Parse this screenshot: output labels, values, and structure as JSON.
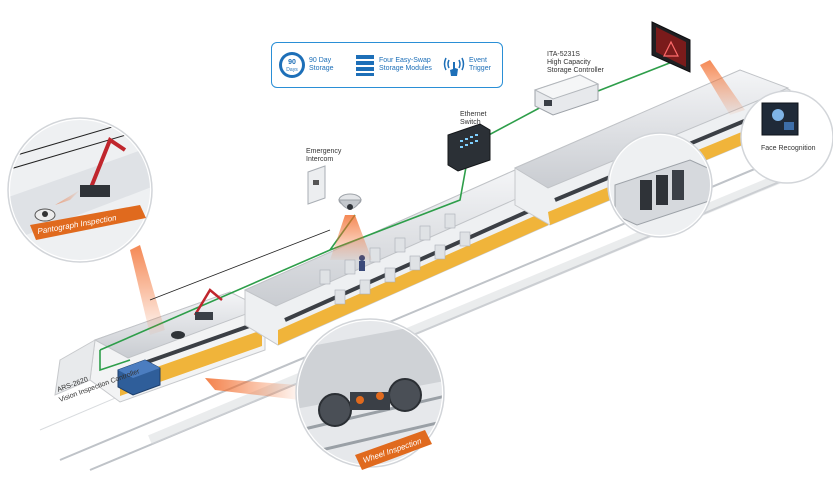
{
  "legend": {
    "badge_line1": "90",
    "badge_line2": "Days",
    "item1_line1": "90 Day",
    "item1_line2": "Storage",
    "item2_line1": "Four Easy-Swap",
    "item2_line2": "Storage Modules",
    "item3_line1": "Event",
    "item3_line2": "Trigger"
  },
  "labels": {
    "controller_line1": "ITA-5231S",
    "controller_line2": "High Capacity",
    "controller_line3": "Storage Controller",
    "switch_line1": "Ethernet",
    "switch_line2": "Switch",
    "intercom_line1": "Emergency",
    "intercom_line2": "Intercom",
    "face_recognition": "Face Recognition",
    "ars_line1": "ARS-2620",
    "ars_line2": "Vision Inspection Controller"
  },
  "tags": {
    "pantograph": "Pantograph Inspection",
    "wheel": "Wheel Inspection"
  },
  "colors": {
    "accent_blue": "#2a8fd6",
    "network_green": "#2e9e4a",
    "tag_orange": "#e06a1e",
    "train_yellow": "#f0b43a"
  }
}
